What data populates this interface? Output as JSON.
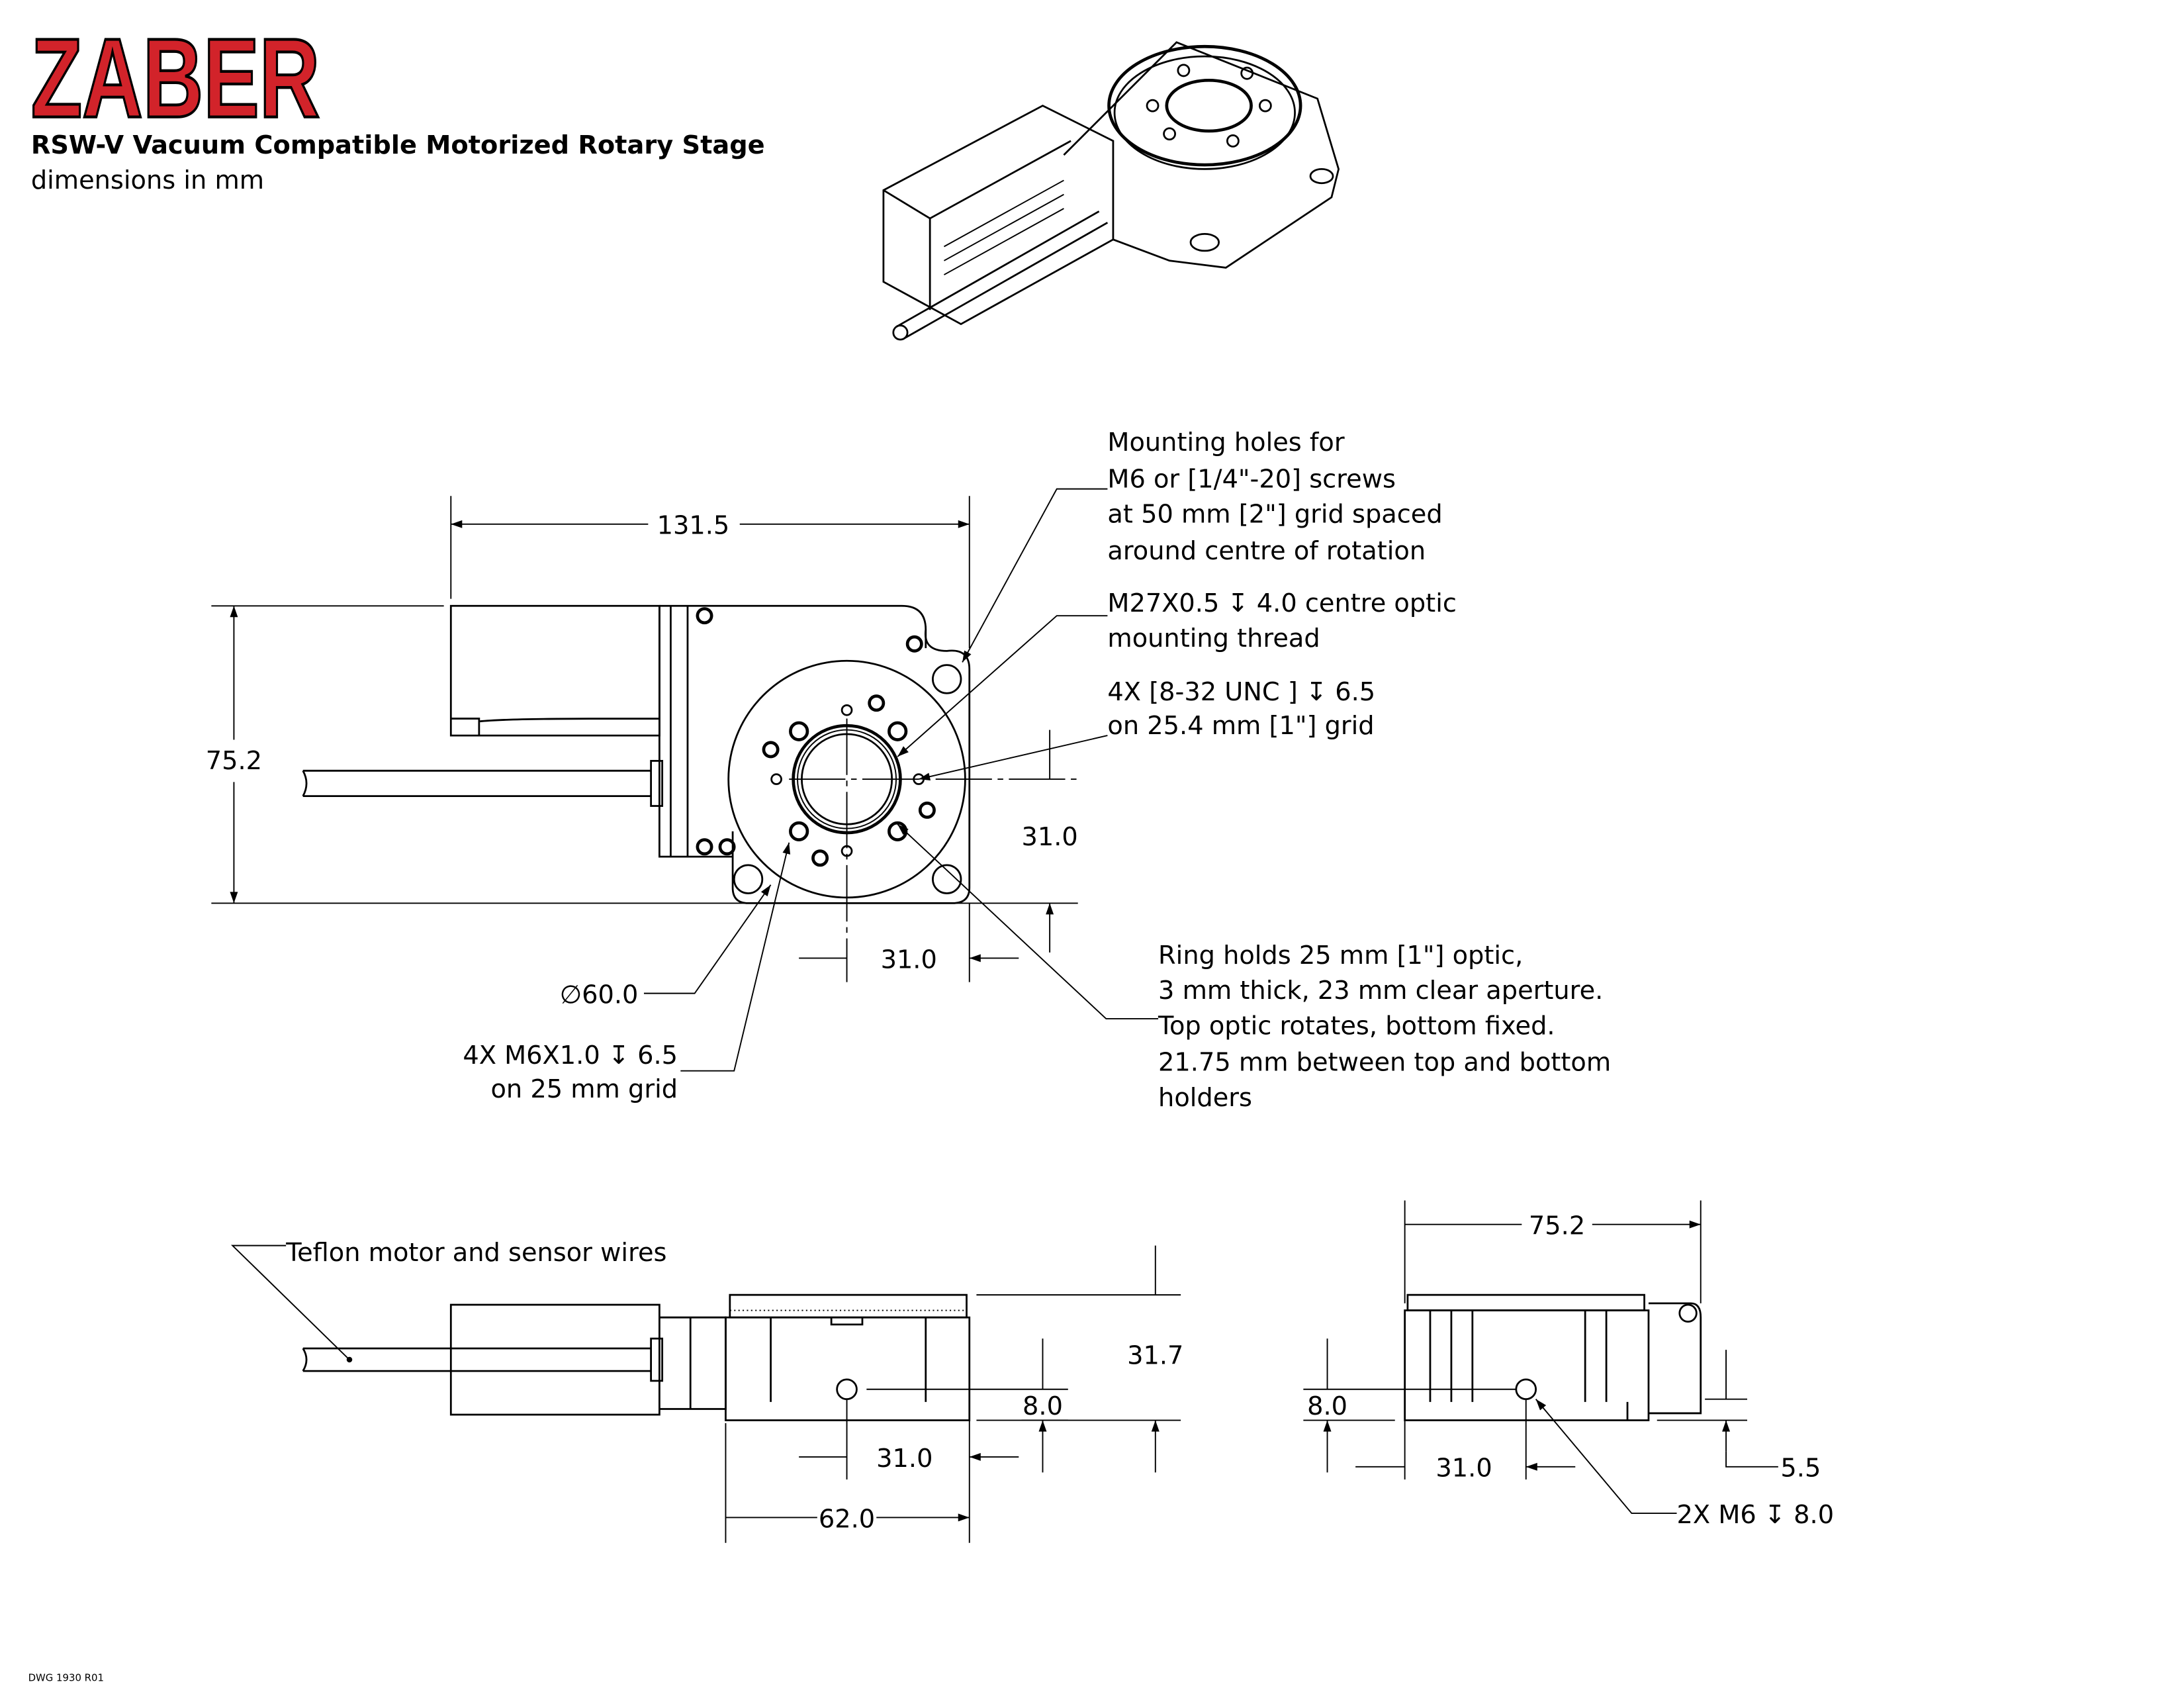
{
  "header": {
    "logo": "ZABER",
    "title": "RSW-V Vacuum Compatible Motorized Rotary Stage",
    "subtitle": "dimensions in mm",
    "logo_color": "#d2232a"
  },
  "top_view": {
    "dims": {
      "length": "131.5",
      "height": "75.2",
      "offset_y": "31.0",
      "offset_x": "31.0"
    },
    "notes": {
      "mounting_holes": [
        "Mounting holes for",
        "M6 or [1/4\"-20] screws",
        "at 50 mm [2\"] grid spaced",
        "around centre of rotation"
      ],
      "optic_thread": [
        "M27X0.5 ↧ 4.0 centre optic",
        "mounting thread"
      ],
      "unc_holes": [
        "4X [8-32 UNC ] ↧ 6.5",
        "on 25.4 mm [1\"] grid"
      ],
      "ring": [
        "Ring holds 25 mm [1\"] optic,",
        "3 mm thick, 23 mm clear aperture.",
        "Top optic rotates, bottom fixed.",
        "21.75 mm between top and bottom",
        "holders"
      ],
      "diameter": "∅60.0",
      "m6_holes": [
        "4X M6X1.0 ↧ 6.5",
        "on 25 mm grid"
      ]
    }
  },
  "front_view": {
    "wires_note": "Teflon motor and sensor wires",
    "dims": {
      "height": "31.7",
      "hole_height": "8.0",
      "hole_x": "31.0",
      "base_width": "62.0"
    }
  },
  "side_view": {
    "dims": {
      "width": "75.2",
      "hole_height": "8.0",
      "hole_x": "31.0",
      "offset": "5.5"
    },
    "hole_note": "2X M6 ↧ 8.0"
  },
  "footer": {
    "drawing_number": "DWG 1930 R01"
  }
}
